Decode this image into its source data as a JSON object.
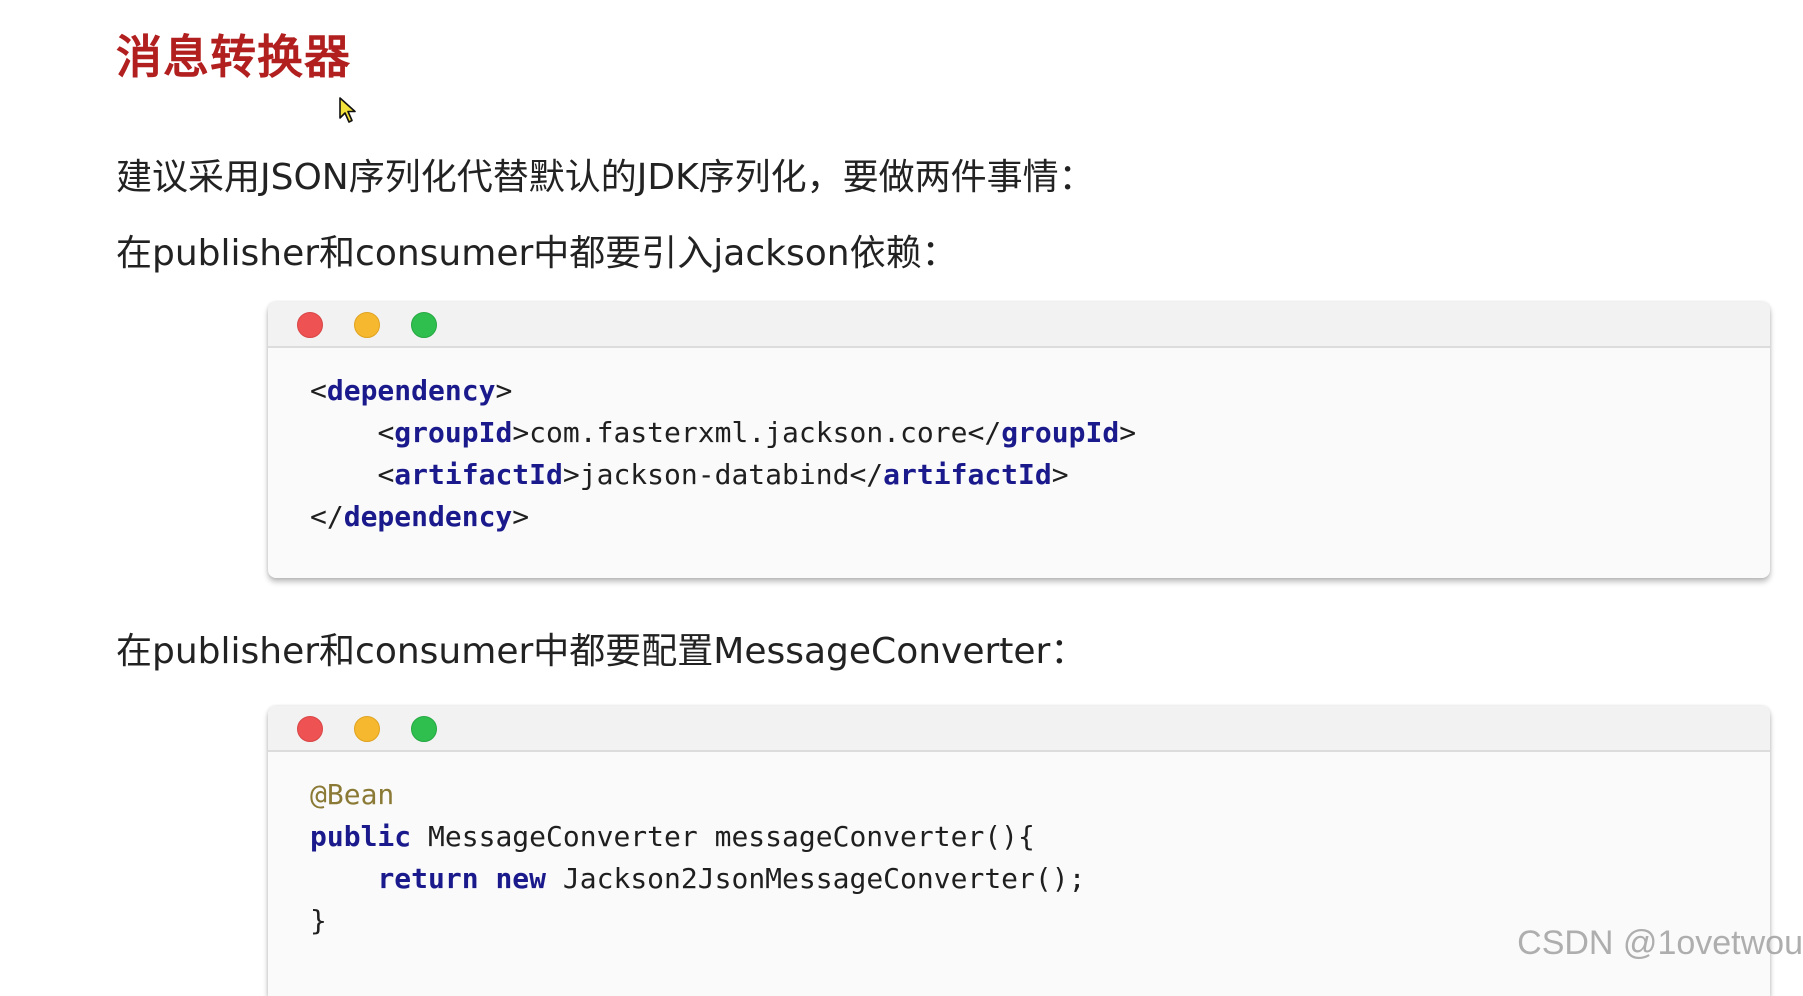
{
  "heading": "消息转换器",
  "paragraphs": {
    "p1": "建议采用JSON序列化代替默认的JDK序列化，要做两件事情：",
    "p2": "在publisher和consumer中都要引入jackson依赖：",
    "p3": "在publisher和consumer中都要配置MessageConverter："
  },
  "code_block_1": {
    "lines": [
      {
        "open": "<",
        "tag": "dependency",
        "close": ">"
      },
      {
        "indent": "    ",
        "open": "<",
        "tag": "groupId",
        "mid": ">com.fasterxml.jackson.core</",
        "tag2": "groupId",
        "close": ">"
      },
      {
        "indent": "    ",
        "open": "<",
        "tag": "artifactId",
        "mid": ">jackson-databind</",
        "tag2": "artifactId",
        "close": ">"
      },
      {
        "open": "</",
        "tag": "dependency",
        "close": ">"
      }
    ]
  },
  "code_block_2": {
    "annotation": "@Bean",
    "line2_kw": "public",
    "line2_rest": " MessageConverter messageConverter(){",
    "line3_indent": "    ",
    "line3_kw1": "return",
    "line3_kw2": "new",
    "line3_rest": " Jackson2JsonMessageConverter();",
    "line4": "}"
  },
  "window_dots": [
    "red",
    "yellow",
    "green"
  ],
  "colors": {
    "heading": "#b21f1f",
    "keyword": "#1a1a8c",
    "annotation": "#8a7a35",
    "dot_red": "#ee5253",
    "dot_yellow": "#f5b82e",
    "dot_green": "#2fbf4e"
  },
  "watermark": "CSDN @1ovetwou",
  "icons": {
    "cursor": "mouse-pointer-icon"
  }
}
